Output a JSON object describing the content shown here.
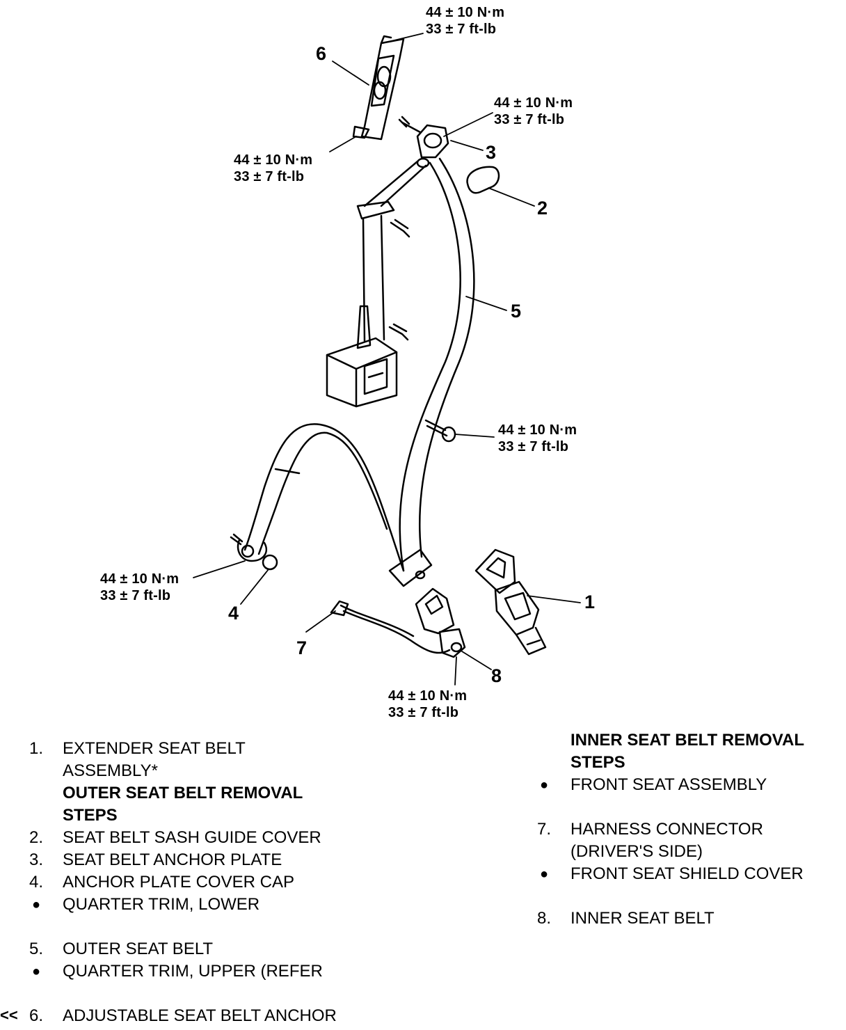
{
  "torque_specs": [
    {
      "id": "t-top",
      "nm": "44 ± 10 N·m",
      "ftlb": "33 ± 7 ft-lb"
    },
    {
      "id": "t-anchor6",
      "nm": "44 ± 10 N·m",
      "ftlb": "33 ± 7 ft-lb"
    },
    {
      "id": "t-plate3",
      "nm": "44 ± 10 N·m",
      "ftlb": "33 ± 7 ft-lb"
    },
    {
      "id": "t-retractor",
      "nm": "44 ± 10 N·m",
      "ftlb": "33 ± 7 ft-lb"
    },
    {
      "id": "t-lower4",
      "nm": "44 ± 10 N·m",
      "ftlb": "33 ± 7 ft-lb"
    },
    {
      "id": "t-inner8",
      "nm": "44 ± 10 N·m",
      "ftlb": "33 ± 7 ft-lb"
    }
  ],
  "callouts": [
    "1",
    "2",
    "3",
    "4",
    "5",
    "6",
    "7",
    "8"
  ],
  "legend_left": {
    "item1": {
      "num": "1.",
      "text": "EXTENDER SEAT BELT",
      "text2": "ASSEMBLY*"
    },
    "heading": {
      "line1": "OUTER SEAT BELT REMOVAL",
      "line2": "STEPS"
    },
    "item2": {
      "num": "2.",
      "text": "SEAT BELT SASH GUIDE COVER"
    },
    "item3": {
      "num": "3.",
      "text": "SEAT BELT ANCHOR PLATE"
    },
    "item4": {
      "num": "4.",
      "text": "ANCHOR PLATE COVER CAP"
    },
    "bullet1": {
      "mark": "●",
      "text": "QUARTER TRIM, LOWER"
    },
    "item5": {
      "num": "5.",
      "text": "OUTER SEAT BELT"
    },
    "bullet2": {
      "mark": "●",
      "text": "QUARTER TRIM, UPPER (REFER"
    },
    "item6": {
      "num": "6.",
      "text": "ADJUSTABLE SEAT BELT ANCHOR"
    }
  },
  "legend_right": {
    "heading": {
      "line1": "INNER SEAT BELT REMOVAL",
      "line2": "STEPS"
    },
    "bullet1": {
      "mark": "●",
      "text": "FRONT SEAT ASSEMBLY"
    },
    "item7": {
      "num": "7.",
      "text": "HARNESS CONNECTOR",
      "text2": "(DRIVER'S SIDE)"
    },
    "bullet2": {
      "mark": "●",
      "text": "FRONT SEAT SHIELD COVER"
    },
    "item8": {
      "num": "8.",
      "text": "INNER SEAT BELT"
    }
  },
  "marker": "<<"
}
